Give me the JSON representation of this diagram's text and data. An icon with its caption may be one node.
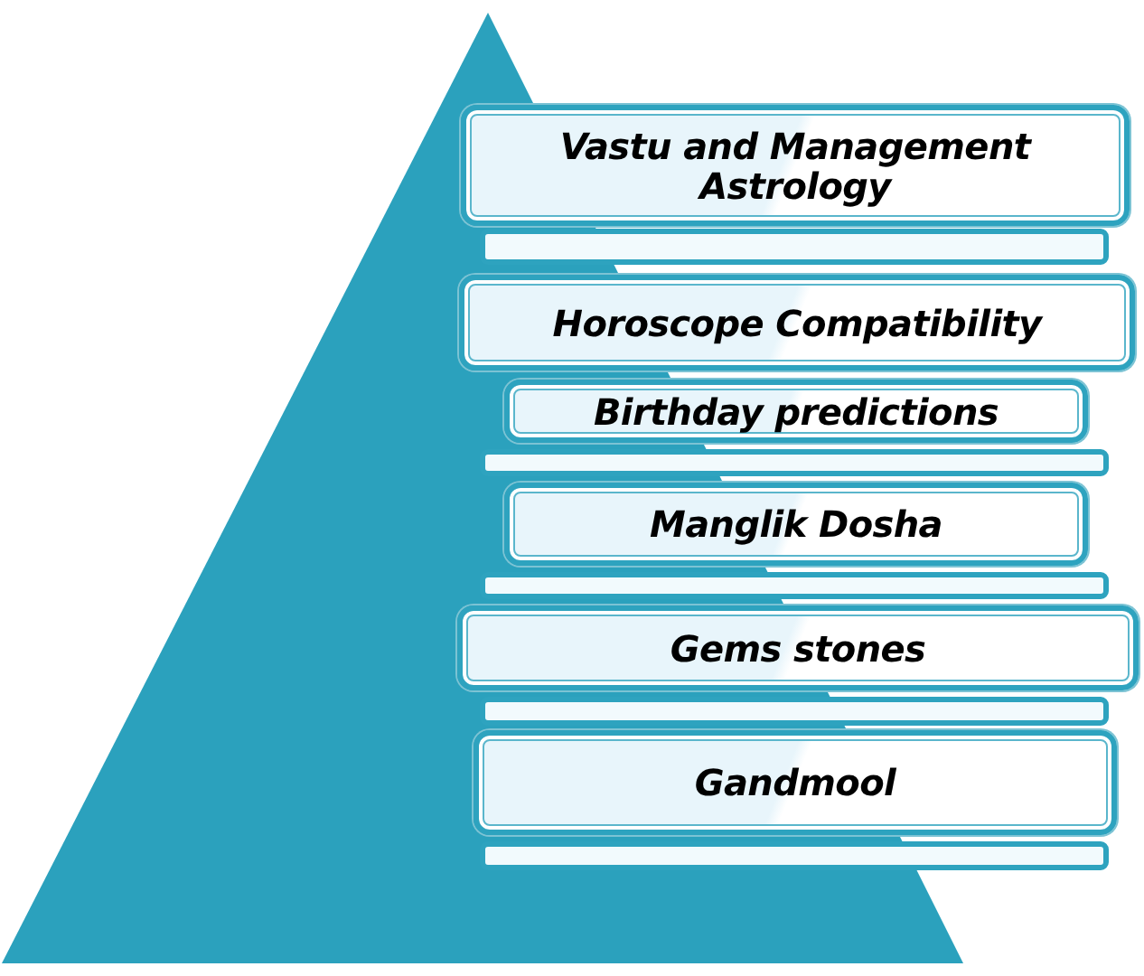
{
  "diagram": {
    "nodes": [
      {
        "text": [
          "Vastu and Management Astrology"
        ]
      },
      {
        "text": [
          "Horoscope Compatibility"
        ]
      },
      {
        "text": [
          "Birthday predictions"
        ]
      },
      {
        "text": [
          "Manglik Dosha"
        ]
      },
      {
        "text": [
          "Gems stones"
        ]
      },
      {
        "text": [
          "Gandmool"
        ]
      }
    ]
  }
}
